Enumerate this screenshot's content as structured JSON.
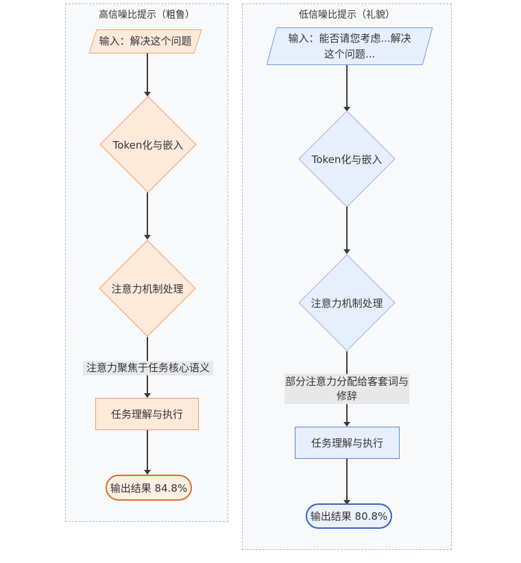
{
  "diagram": {
    "type": "flowchart",
    "left": {
      "title": "高信噪比提示（粗鲁）",
      "input_label": "输入：解决这个问题",
      "tokenize_label": "Token化与嵌入",
      "attention_label": "注意力机制处理",
      "edge_label": "注意力聚焦于任务核心语义",
      "execute_label": "任务理解与执行",
      "output_label": "输出结果 84.8%",
      "output_value": "84.8%",
      "fill_color": "#fdeadb",
      "border_color": "#efa06a",
      "strong_border_color": "#db6d2d"
    },
    "right": {
      "title": "低信噪比提示（礼貌）",
      "input_label": "输入：能否请您考虑...解决这个问题...",
      "tokenize_label": "Token化与嵌入",
      "attention_label": "注意力机制处理",
      "edge_label": "部分注意力分配给客套词与修辞",
      "execute_label": "任务理解与执行",
      "output_label": "输出结果 80.8%",
      "output_value": "80.8%",
      "fill_color": "#e7effc",
      "border_color": "#97b6e6",
      "strong_border_color": "#2f62c9"
    },
    "colors": {
      "subgraph_fill": "#f8f9fb",
      "subgraph_border": "#b4bac3",
      "edge_label_bg": "#e8e8e8",
      "arrow": "#3a3a3a",
      "text": "#333333"
    }
  }
}
